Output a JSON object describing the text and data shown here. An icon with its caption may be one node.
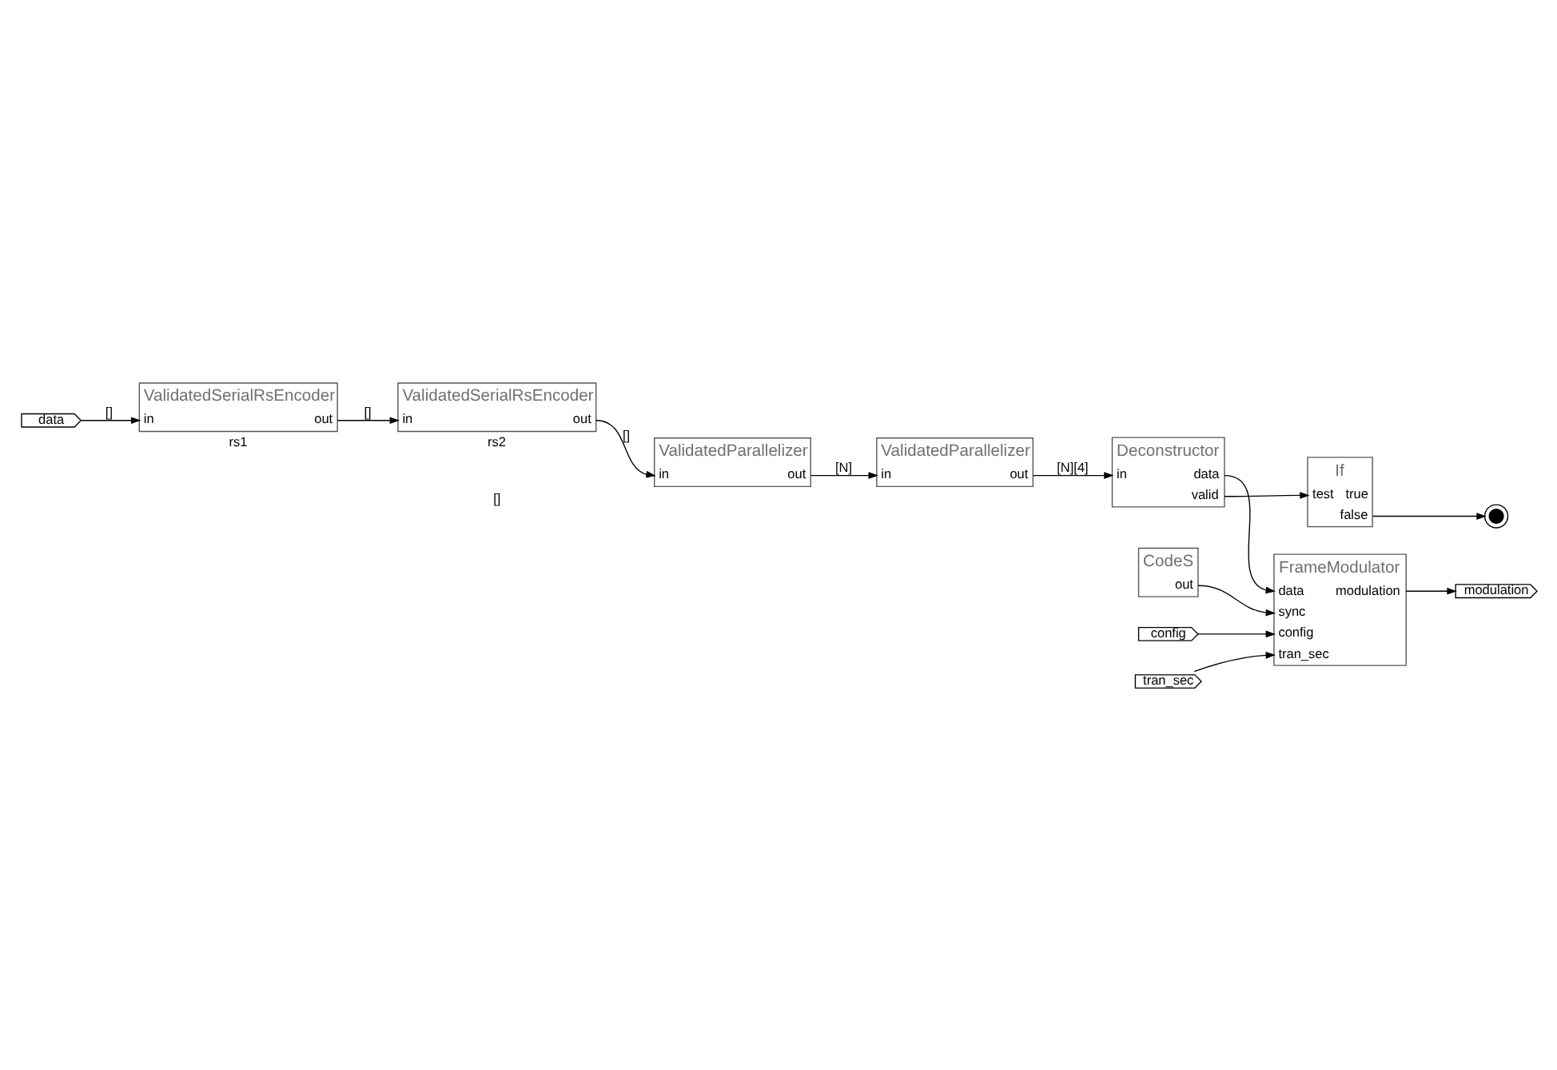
{
  "diagram": {
    "nodes": [
      {
        "text": [
          "data"
        ]
      },
      {
        "text": [
          "ValidatedSerialRsEncoder",
          "in",
          "out"
        ],
        "beside": [
          "rs1"
        ]
      },
      {
        "text": [
          "ValidatedSerialRsEncoder",
          "in",
          "out"
        ],
        "beside": [
          "rs2"
        ]
      },
      {
        "text": [
          "ValidatedParallelizer",
          "in",
          "out"
        ]
      },
      {
        "text": [
          "ValidatedParallelizer",
          "in",
          "out"
        ]
      },
      {
        "text": [
          "Deconstructor",
          "in",
          "data",
          "valid"
        ]
      },
      {
        "text": [
          "If",
          "test",
          "true",
          "false"
        ]
      },
      {
        "text": [],
        "shape": "circle"
      },
      {
        "text": [
          "CodeS",
          "out"
        ]
      },
      {
        "text": [
          "FrameModulator",
          "data",
          "sync",
          "config",
          "tran_sec",
          "modulation"
        ]
      },
      {
        "text": [
          "modulation"
        ]
      },
      {
        "text": [
          "config"
        ]
      },
      {
        "text": [
          "tran_sec"
        ]
      }
    ],
    "edges": [
      {
        "from": 0,
        "to": 1,
        "arrow": "to",
        "label": "[]"
      },
      {
        "from": 1,
        "to": 2,
        "arrow": "to",
        "label": "[]"
      },
      {
        "from": 2,
        "to": 3,
        "arrow": "to",
        "label": "[]"
      },
      {
        "from": 3,
        "to": 4,
        "arrow": "to",
        "label": "[N]"
      },
      {
        "from": 4,
        "to": 5,
        "arrow": "to",
        "label": "[N][4]"
      },
      {
        "from": 5,
        "to": 9,
        "arrow": "to"
      },
      {
        "from": 5,
        "to": 6,
        "arrow": "to"
      },
      {
        "from": 6,
        "to": 7,
        "arrow": "to"
      },
      {
        "from": 8,
        "to": 9,
        "arrow": "to"
      },
      {
        "from": 11,
        "to": 9,
        "arrow": "to"
      },
      {
        "from": 12,
        "to": 9,
        "arrow": "to"
      },
      {
        "from": 9,
        "to": 10,
        "arrow": "to"
      }
    ],
    "labels": [
      "[]"
    ]
  }
}
